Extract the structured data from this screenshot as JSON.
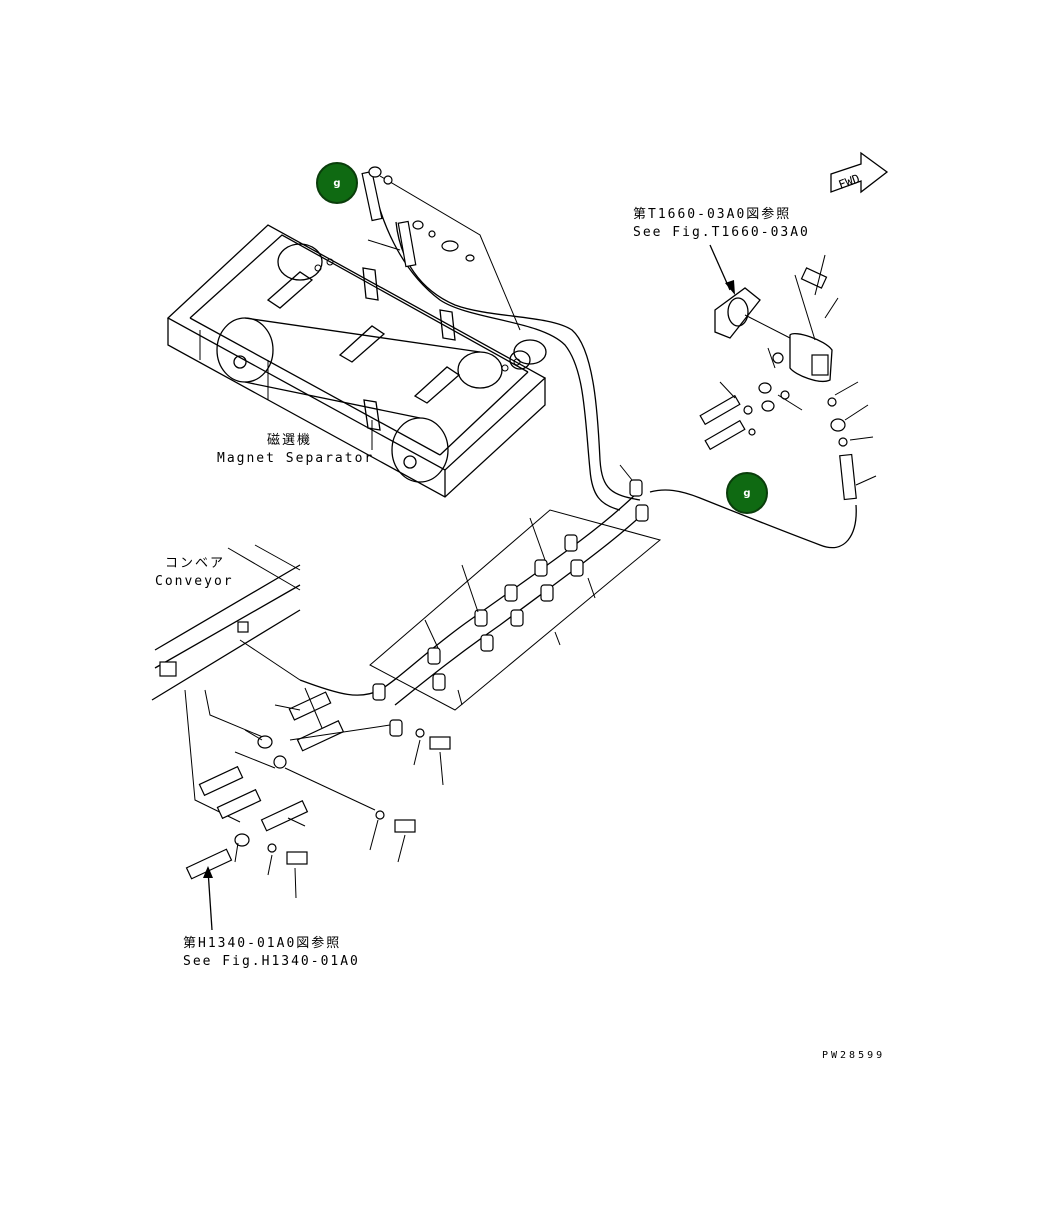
{
  "labels": {
    "magnet_jp": "磁選機",
    "magnet_en": "Magnet Separator",
    "conveyor_jp": "コンベア",
    "conveyor_en": "Conveyor",
    "ref_top_jp": "第T1660-03A0図参照",
    "ref_top_en": "See Fig.T1660-03A0",
    "ref_bottom_jp": "第H1340-01A0図参照",
    "ref_bottom_en": "See Fig.H1340-01A0",
    "fwd": "FWD",
    "drawing_code": "PW28599"
  },
  "callouts": [
    {
      "text": "g"
    },
    {
      "text": "g"
    }
  ]
}
